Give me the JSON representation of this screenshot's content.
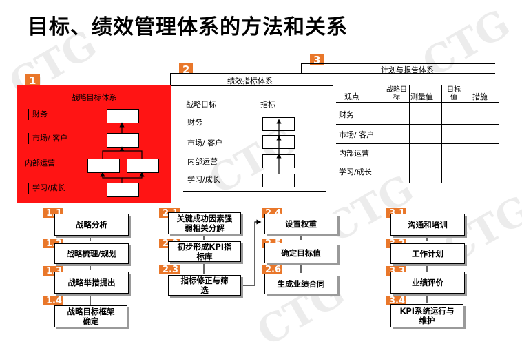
{
  "title": "目标、绩效管理体系的方法和关系",
  "watermark": "CTG",
  "colors": {
    "accent": "#e9772a",
    "panel_red": "#ff1414"
  },
  "section1": {
    "badge": "1",
    "title": "战略目标体系",
    "rows": [
      "财务",
      "市场/ 客户",
      "内部运营",
      "学习/成长"
    ]
  },
  "section2": {
    "badge": "2",
    "title": "绩效指标体系",
    "col_goal": "战略目标",
    "col_indicator": "指标",
    "rows": [
      "财务",
      "市场/ 客户",
      "内部运营",
      "学习/成长"
    ]
  },
  "section3": {
    "badge": "3",
    "title": "计划与报告体系",
    "headers": [
      "观点",
      "战略目标",
      "测量值",
      "目标值",
      "措施"
    ],
    "rows": [
      "财务",
      "市场/ 客户",
      "内部运营",
      "学习/成长"
    ]
  },
  "steps": [
    {
      "badge": "1.1",
      "label": "战略分析"
    },
    {
      "badge": "1.2",
      "label": "战略梳理/规划"
    },
    {
      "badge": "1.3",
      "label": "战略举措提出"
    },
    {
      "badge": "1.4",
      "label": "战略目标框架确定"
    },
    {
      "badge": "2.1",
      "label": "关键成功因素强弱相关分解"
    },
    {
      "badge": "2.2",
      "label": "初步形成KPI指标库"
    },
    {
      "badge": "2.3",
      "label": "指标修正与筛选"
    },
    {
      "badge": "2.4",
      "label": "设置权重"
    },
    {
      "badge": "2.5",
      "label": "确定目标值"
    },
    {
      "badge": "2.6",
      "label": "生成业绩合同"
    },
    {
      "badge": "3.1",
      "label": "沟通和培训"
    },
    {
      "badge": "3.2",
      "label": "工作计划"
    },
    {
      "badge": "3.3",
      "label": "业绩评价"
    },
    {
      "badge": "3.4",
      "label": "KPI系统运行与维护"
    }
  ]
}
